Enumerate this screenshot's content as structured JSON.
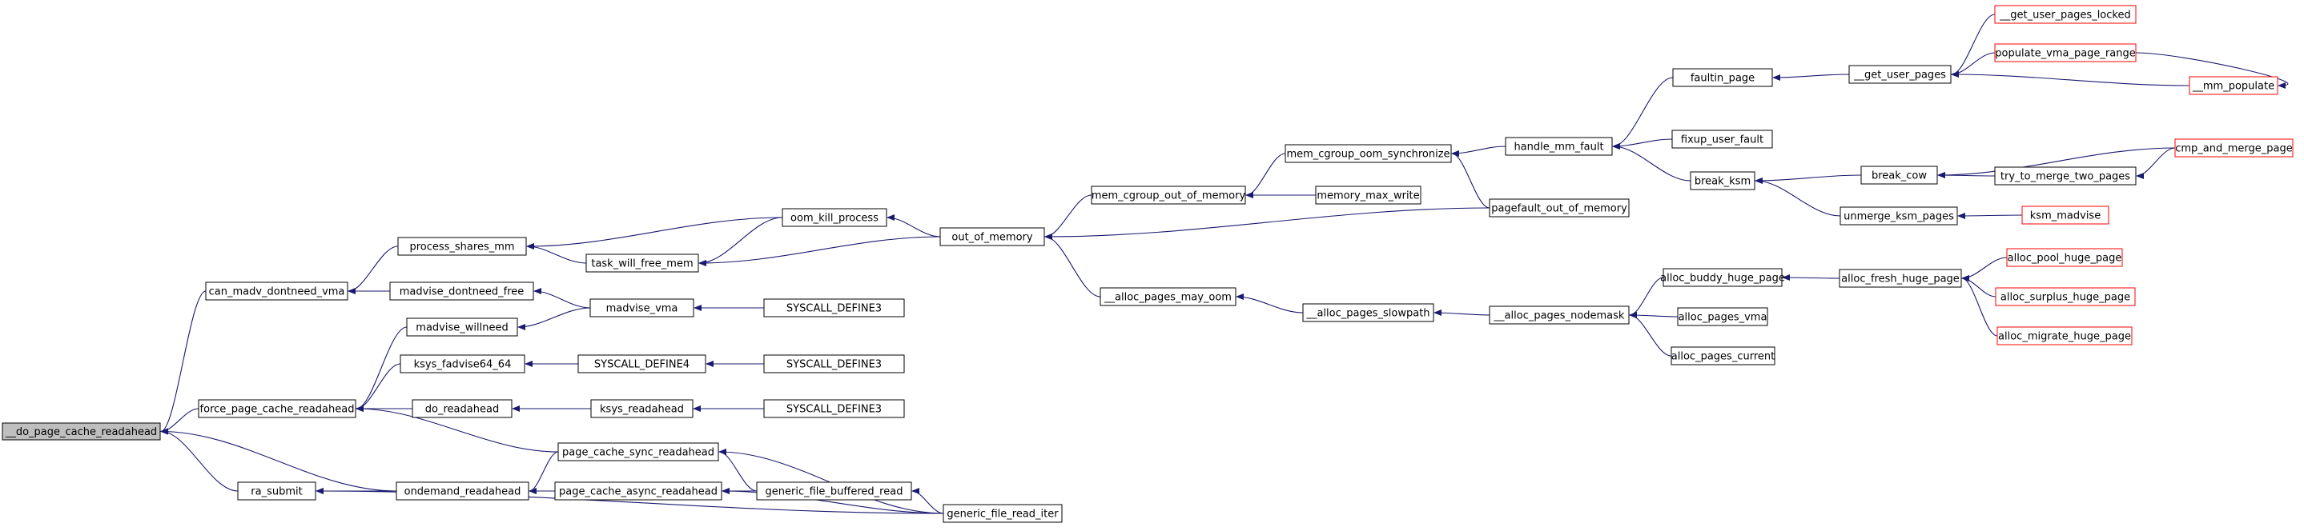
{
  "colors": {
    "edge": "#191970",
    "node_border": "#000000",
    "node_border_truncated": "#ff0000",
    "root_fill": "#bfbfbf",
    "node_fill": "#ffffff"
  },
  "nodes": [
    {
      "id": "do_page_cache_readahead",
      "label": "__do_page_cache_readahead",
      "style": "root"
    },
    {
      "id": "can_madv_dontneed_vma",
      "label": "can_madv_dontneed_vma",
      "style": "normal"
    },
    {
      "id": "force_page_cache_readahead",
      "label": "force_page_cache_readahead",
      "style": "normal"
    },
    {
      "id": "ra_submit",
      "label": "ra_submit",
      "style": "normal"
    },
    {
      "id": "ondemand_readahead",
      "label": "ondemand_readahead",
      "style": "normal"
    },
    {
      "id": "process_shares_mm",
      "label": "process_shares_mm",
      "style": "normal"
    },
    {
      "id": "madvise_dontneed_free",
      "label": "madvise_dontneed_free",
      "style": "normal"
    },
    {
      "id": "madvise_willneed",
      "label": "madvise_willneed",
      "style": "normal"
    },
    {
      "id": "ksys_fadvise64_64",
      "label": "ksys_fadvise64_64",
      "style": "normal"
    },
    {
      "id": "do_readahead",
      "label": "do_readahead",
      "style": "normal"
    },
    {
      "id": "page_cache_sync_readahead",
      "label": "page_cache_sync_readahead",
      "style": "normal"
    },
    {
      "id": "page_cache_async_readahead",
      "label": "page_cache_async_readahead",
      "style": "normal"
    },
    {
      "id": "task_will_free_mem",
      "label": "task_will_free_mem",
      "style": "normal"
    },
    {
      "id": "oom_kill_process",
      "label": "oom_kill_process",
      "style": "normal"
    },
    {
      "id": "madvise_vma",
      "label": "madvise_vma",
      "style": "normal"
    },
    {
      "id": "SYSCALL_DEFINE4",
      "label": "SYSCALL_DEFINE4",
      "style": "normal"
    },
    {
      "id": "ksys_readahead",
      "label": "ksys_readahead",
      "style": "normal"
    },
    {
      "id": "SYSCALL_DEFINE3_a",
      "label": "SYSCALL_DEFINE3",
      "style": "normal"
    },
    {
      "id": "SYSCALL_DEFINE3_b",
      "label": "SYSCALL_DEFINE3",
      "style": "normal"
    },
    {
      "id": "SYSCALL_DEFINE3_c",
      "label": "SYSCALL_DEFINE3",
      "style": "normal"
    },
    {
      "id": "generic_file_buffered_read",
      "label": "generic_file_buffered_read",
      "style": "normal"
    },
    {
      "id": "generic_file_read_iter",
      "label": "generic_file_read_iter",
      "style": "normal"
    },
    {
      "id": "out_of_memory",
      "label": "out_of_memory",
      "style": "normal"
    },
    {
      "id": "mem_cgroup_out_of_memory",
      "label": "mem_cgroup_out_of_memory",
      "style": "normal"
    },
    {
      "id": "alloc_pages_may_oom",
      "label": "__alloc_pages_may_oom",
      "style": "normal"
    },
    {
      "id": "mem_cgroup_oom_synchronize",
      "label": "mem_cgroup_oom_synchronize",
      "style": "normal"
    },
    {
      "id": "memory_max_write",
      "label": "memory_max_write",
      "style": "normal"
    },
    {
      "id": "alloc_pages_slowpath",
      "label": "__alloc_pages_slowpath",
      "style": "normal"
    },
    {
      "id": "handle_mm_fault",
      "label": "handle_mm_fault",
      "style": "normal"
    },
    {
      "id": "pagefault_out_of_memory",
      "label": "pagefault_out_of_memory",
      "style": "normal"
    },
    {
      "id": "alloc_pages_nodemask",
      "label": "__alloc_pages_nodemask",
      "style": "normal"
    },
    {
      "id": "faultin_page",
      "label": "faultin_page",
      "style": "normal"
    },
    {
      "id": "fixup_user_fault",
      "label": "fixup_user_fault",
      "style": "normal"
    },
    {
      "id": "break_ksm",
      "label": "break_ksm",
      "style": "normal"
    },
    {
      "id": "alloc_buddy_huge_page",
      "label": "alloc_buddy_huge_page",
      "style": "normal"
    },
    {
      "id": "alloc_pages_vma",
      "label": "alloc_pages_vma",
      "style": "normal"
    },
    {
      "id": "alloc_pages_current",
      "label": "alloc_pages_current",
      "style": "normal"
    },
    {
      "id": "get_user_pages",
      "label": "__get_user_pages",
      "style": "normal"
    },
    {
      "id": "break_cow",
      "label": "break_cow",
      "style": "normal"
    },
    {
      "id": "unmerge_ksm_pages",
      "label": "unmerge_ksm_pages",
      "style": "normal"
    },
    {
      "id": "alloc_fresh_huge_page",
      "label": "alloc_fresh_huge_page",
      "style": "normal"
    },
    {
      "id": "get_user_pages_locked",
      "label": "__get_user_pages_locked",
      "style": "truncated"
    },
    {
      "id": "populate_vma_page_range",
      "label": "populate_vma_page_range",
      "style": "truncated"
    },
    {
      "id": "mm_populate",
      "label": "__mm_populate",
      "style": "truncated"
    },
    {
      "id": "try_to_merge_two_pages",
      "label": "try_to_merge_two_pages",
      "style": "normal"
    },
    {
      "id": "cmp_and_merge_page",
      "label": "cmp_and_merge_page",
      "style": "truncated"
    },
    {
      "id": "ksm_madvise",
      "label": "ksm_madvise",
      "style": "truncated"
    },
    {
      "id": "alloc_pool_huge_page",
      "label": "alloc_pool_huge_page",
      "style": "truncated"
    },
    {
      "id": "alloc_surplus_huge_page",
      "label": "alloc_surplus_huge_page",
      "style": "truncated"
    },
    {
      "id": "alloc_migrate_huge_page",
      "label": "alloc_migrate_huge_page",
      "style": "truncated"
    }
  ],
  "edges": [
    [
      "can_madv_dontneed_vma",
      "do_page_cache_readahead"
    ],
    [
      "force_page_cache_readahead",
      "do_page_cache_readahead"
    ],
    [
      "ondemand_readahead",
      "do_page_cache_readahead"
    ],
    [
      "ra_submit",
      "do_page_cache_readahead"
    ],
    [
      "process_shares_mm",
      "can_madv_dontneed_vma"
    ],
    [
      "madvise_dontneed_free",
      "can_madv_dontneed_vma"
    ],
    [
      "madvise_willneed",
      "force_page_cache_readahead"
    ],
    [
      "ksys_fadvise64_64",
      "force_page_cache_readahead"
    ],
    [
      "do_readahead",
      "force_page_cache_readahead"
    ],
    [
      "page_cache_sync_readahead",
      "force_page_cache_readahead"
    ],
    [
      "ondemand_readahead",
      "ra_submit"
    ],
    [
      "generic_file_read_iter",
      "ra_submit"
    ],
    [
      "page_cache_sync_readahead",
      "ondemand_readahead"
    ],
    [
      "page_cache_async_readahead",
      "ondemand_readahead"
    ],
    [
      "oom_kill_process",
      "process_shares_mm"
    ],
    [
      "task_will_free_mem",
      "process_shares_mm"
    ],
    [
      "madvise_vma",
      "madvise_dontneed_free"
    ],
    [
      "madvise_vma",
      "madvise_willneed"
    ],
    [
      "SYSCALL_DEFINE4",
      "ksys_fadvise64_64"
    ],
    [
      "ksys_readahead",
      "do_readahead"
    ],
    [
      "generic_file_buffered_read",
      "page_cache_sync_readahead"
    ],
    [
      "generic_file_read_iter",
      "page_cache_sync_readahead"
    ],
    [
      "generic_file_buffered_read",
      "page_cache_async_readahead"
    ],
    [
      "generic_file_read_iter",
      "page_cache_async_readahead"
    ],
    [
      "oom_kill_process",
      "task_will_free_mem"
    ],
    [
      "out_of_memory",
      "task_will_free_mem"
    ],
    [
      "out_of_memory",
      "oom_kill_process"
    ],
    [
      "SYSCALL_DEFINE3_a",
      "madvise_vma"
    ],
    [
      "SYSCALL_DEFINE3_b",
      "SYSCALL_DEFINE4"
    ],
    [
      "SYSCALL_DEFINE3_c",
      "ksys_readahead"
    ],
    [
      "generic_file_read_iter",
      "generic_file_buffered_read"
    ],
    [
      "mem_cgroup_out_of_memory",
      "out_of_memory"
    ],
    [
      "pagefault_out_of_memory",
      "out_of_memory"
    ],
    [
      "alloc_pages_may_oom",
      "out_of_memory"
    ],
    [
      "mem_cgroup_oom_synchronize",
      "mem_cgroup_out_of_memory"
    ],
    [
      "memory_max_write",
      "mem_cgroup_out_of_memory"
    ],
    [
      "alloc_pages_slowpath",
      "alloc_pages_may_oom"
    ],
    [
      "handle_mm_fault",
      "mem_cgroup_oom_synchronize"
    ],
    [
      "pagefault_out_of_memory",
      "mem_cgroup_oom_synchronize"
    ],
    [
      "alloc_pages_nodemask",
      "alloc_pages_slowpath"
    ],
    [
      "faultin_page",
      "handle_mm_fault"
    ],
    [
      "fixup_user_fault",
      "handle_mm_fault"
    ],
    [
      "break_ksm",
      "handle_mm_fault"
    ],
    [
      "alloc_buddy_huge_page",
      "alloc_pages_nodemask"
    ],
    [
      "alloc_pages_vma",
      "alloc_pages_nodemask"
    ],
    [
      "alloc_pages_current",
      "alloc_pages_nodemask"
    ],
    [
      "get_user_pages",
      "faultin_page"
    ],
    [
      "break_cow",
      "break_ksm"
    ],
    [
      "unmerge_ksm_pages",
      "break_ksm"
    ],
    [
      "alloc_fresh_huge_page",
      "alloc_buddy_huge_page"
    ],
    [
      "get_user_pages_locked",
      "get_user_pages"
    ],
    [
      "populate_vma_page_range",
      "get_user_pages"
    ],
    [
      "mm_populate",
      "get_user_pages"
    ],
    [
      "populate_vma_page_range",
      "mm_populate"
    ],
    [
      "cmp_and_merge_page",
      "break_cow"
    ],
    [
      "try_to_merge_two_pages",
      "break_cow"
    ],
    [
      "cmp_and_merge_page",
      "try_to_merge_two_pages"
    ],
    [
      "ksm_madvise",
      "unmerge_ksm_pages"
    ],
    [
      "alloc_pool_huge_page",
      "alloc_fresh_huge_page"
    ],
    [
      "alloc_surplus_huge_page",
      "alloc_fresh_huge_page"
    ],
    [
      "alloc_migrate_huge_page",
      "alloc_fresh_huge_page"
    ]
  ]
}
